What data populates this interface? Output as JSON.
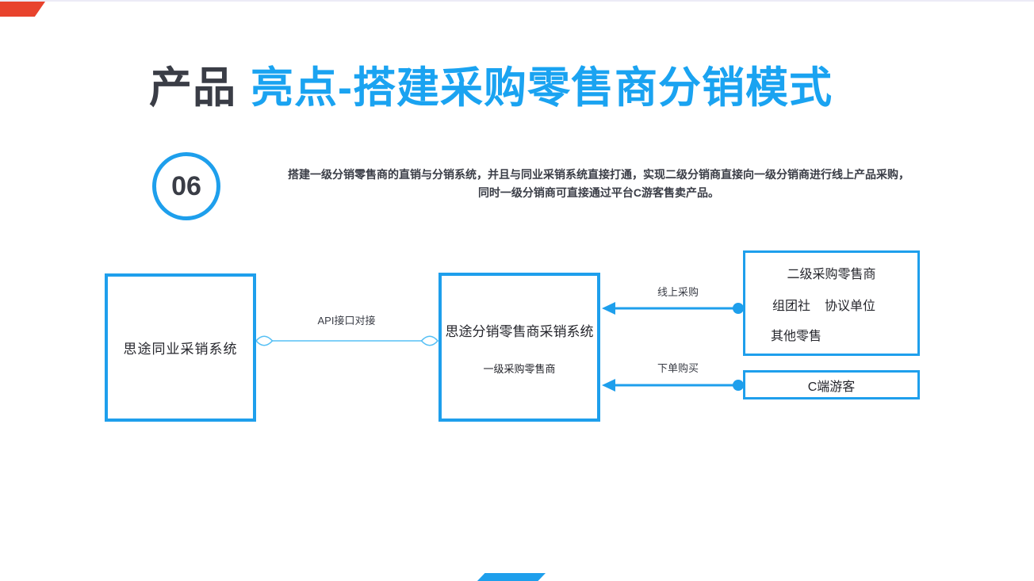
{
  "slide": {
    "title": {
      "prefix": "产品",
      "highlight": "亮点-搭建采购零售商分销模式"
    },
    "badge": {
      "number": "06"
    },
    "description": {
      "line1": "搭建一级分销零售商的直销与分销系统，并且与同业采销系统直接打通，实现二级分销商直接向一级分销商进行线上产品采购，",
      "line2": "同时一级分销商可直接通过平台C游客售卖产品。"
    }
  },
  "diagram": {
    "left_box": {
      "label": "思途同业采销系统"
    },
    "center_box": {
      "title": "思途分销零售商采销系统",
      "subtitle": "一级采购零售商"
    },
    "secondary_box": {
      "title": "二级采购零售商",
      "member1": "组团社",
      "member2": "协议单位",
      "member3": "其他零售"
    },
    "tourist_box": {
      "label": "C端游客"
    },
    "connectors": {
      "api_label": "API接口对接",
      "online_label": "线上采购",
      "order_label": "下单购买"
    }
  },
  "colors": {
    "accent_blue": "#1E9FEC",
    "title_blue": "#1AA3F1",
    "dark_text": "#3A3D46",
    "connector_light_blue": "#56C0F5",
    "decor_red": "#E8432D"
  }
}
